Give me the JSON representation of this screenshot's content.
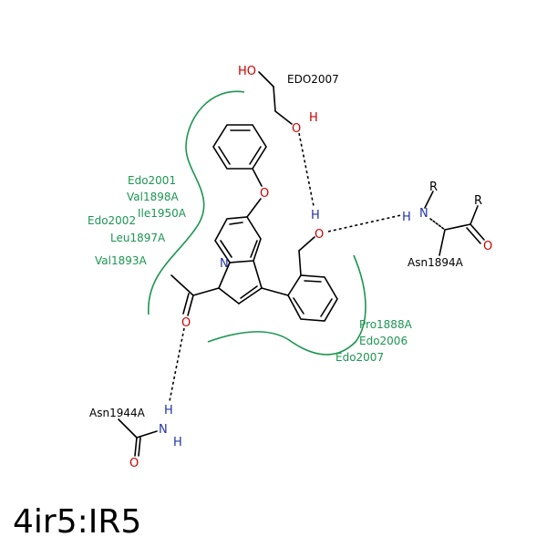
{
  "title": "4ir5:IR5",
  "colors": {
    "residue_text": "#1b9650",
    "bond": "#000000",
    "oxygen": "#cc0000",
    "nitrogen": "#2233aa",
    "label": "#000000"
  },
  "residue_labels": {
    "edo2001": "Edo2001",
    "val1898": "Val1898A",
    "ile1950": "Ile1950A",
    "edo2002": "Edo2002",
    "leu1897": "Leu1897A",
    "val1893": "Val1893A",
    "pro1888": "Pro1888A",
    "edo2006": "Edo2006",
    "edo2007_green": "Edo2007"
  },
  "partner_labels": {
    "edo2007_top": "EDO2007",
    "asn1894": "Asn1894A",
    "asn1944": "Asn1944A"
  },
  "atoms": {
    "o": "O",
    "n": "N",
    "h": "H",
    "ho": "HO",
    "r": "R"
  }
}
